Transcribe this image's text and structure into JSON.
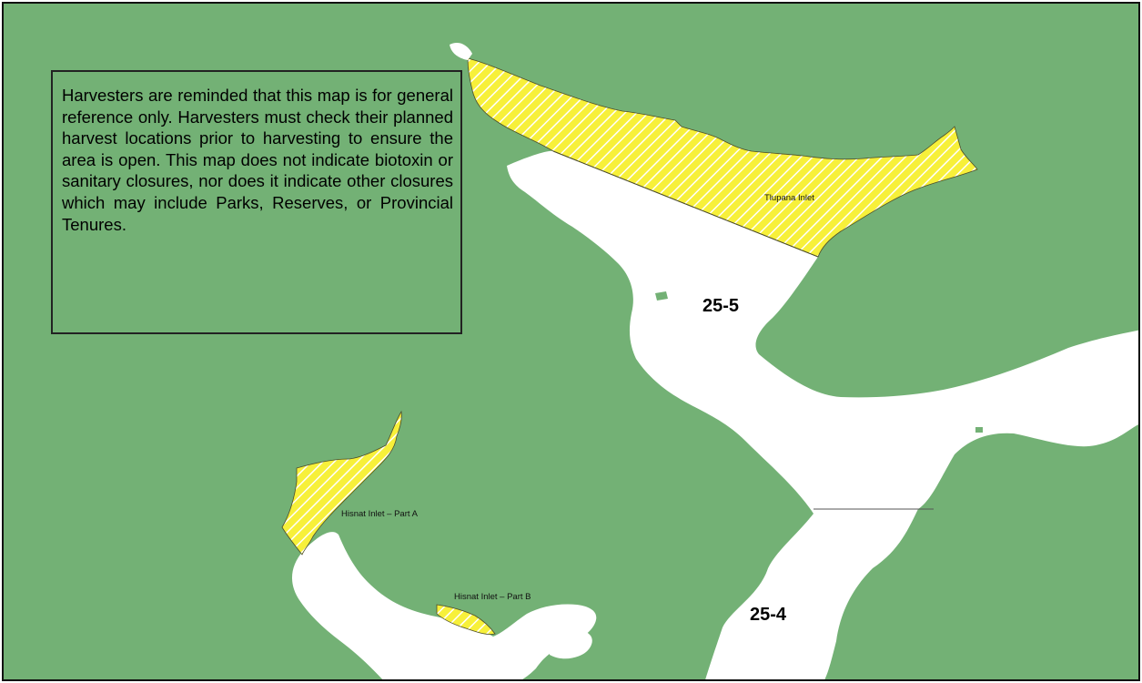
{
  "map": {
    "disclaimer": "Harvesters are reminded that this map is for general reference only.  Harvesters must check their planned harvest locations prior to harvesting to ensure the area is open.  This map does not indicate biotoxin or sanitary closures, nor does it indicate other closures which may include Parks, Reserves, or Provincial Tenures.",
    "areas": {
      "tlupana": "Tlupana Inlet",
      "hisnit_a": "Hisnat Inlet – Part A",
      "hisnit_b": "Hisnat Inlet – Part B"
    },
    "subareas": {
      "north": "25-5",
      "south": "25-4"
    },
    "colors": {
      "land": "#73b175",
      "water": "#ffffff",
      "harvest_area_fill": "#f7f03a",
      "hatch": "#ffffff"
    }
  }
}
